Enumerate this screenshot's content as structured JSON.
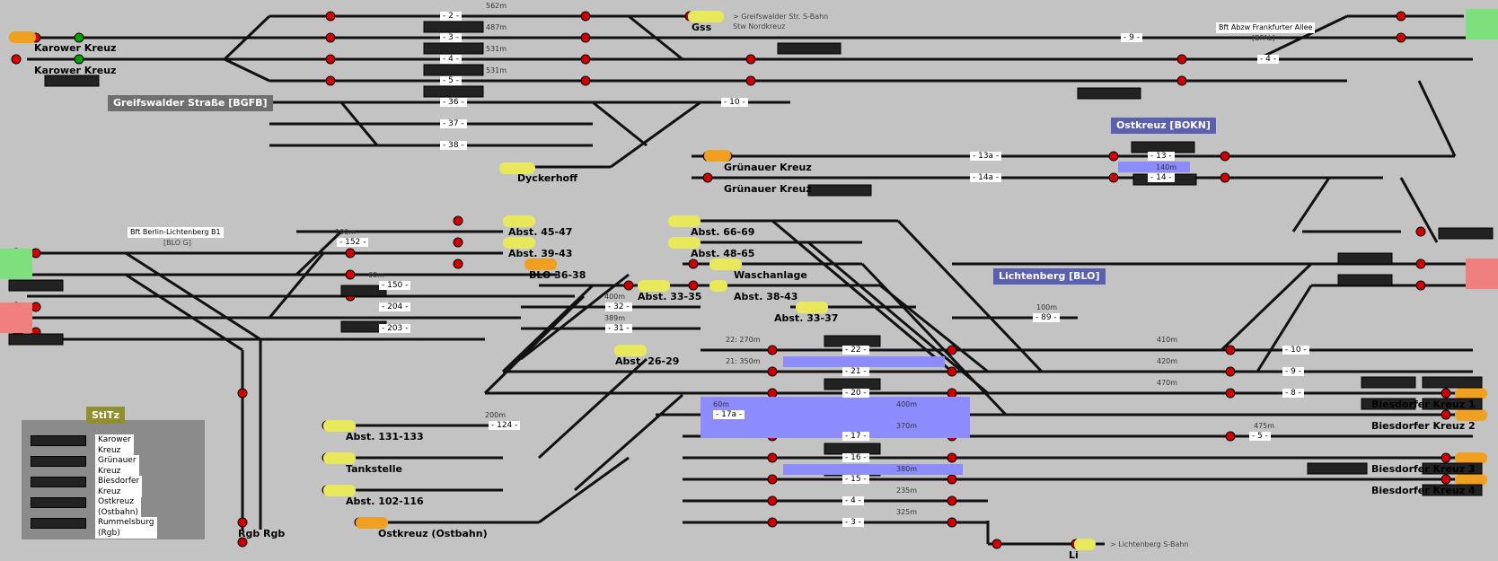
{
  "stations": [
    {
      "key": "bgfb",
      "text": "Greifswalder Straße [BGFB]",
      "bg": "#6f6f6f"
    },
    {
      "key": "bokn",
      "text": "Ostkreuz [BOKN]",
      "bg": "#5b5fb0"
    },
    {
      "key": "blo",
      "text": "Lichtenberg [BLO]",
      "bg": "#5b5fb0"
    }
  ],
  "labels": [
    {
      "key": "karower1",
      "text": "Karower Kreuz"
    },
    {
      "key": "karower2",
      "text": "Karower Kreuz"
    },
    {
      "key": "gss",
      "text": "Gss"
    },
    {
      "key": "dyckerhoff",
      "text": "Dyckerhoff"
    },
    {
      "key": "gruenauer1",
      "text": "Grünauer Kreuz"
    },
    {
      "key": "gruenauer2",
      "text": "Grünauer Kreuz"
    },
    {
      "key": "abst4547",
      "text": "Abst. 45-47"
    },
    {
      "key": "abst3943",
      "text": "Abst. 39-43"
    },
    {
      "key": "blo3638",
      "text": "BLO 36-38"
    },
    {
      "key": "abst6669",
      "text": "Abst. 66-69"
    },
    {
      "key": "abst4865",
      "text": "Abst. 48-65"
    },
    {
      "key": "waschanlage",
      "text": "Waschanlage"
    },
    {
      "key": "abst3335",
      "text": "Abst. 33-35"
    },
    {
      "key": "abst3843",
      "text": "Abst. 38-43"
    },
    {
      "key": "abst3337",
      "text": "Abst. 33-37"
    },
    {
      "key": "abst2629",
      "text": "Abst. 26-29"
    },
    {
      "key": "abst131",
      "text": "Abst. 131-133"
    },
    {
      "key": "tankstelle",
      "text": "Tankstelle"
    },
    {
      "key": "abst102",
      "text": "Abst. 102-116"
    },
    {
      "key": "ostkreuzostbahn",
      "text": "Ostkreuz (Ostbahn)"
    },
    {
      "key": "rgbrgb",
      "text": "Rgb Rgb"
    },
    {
      "key": "li",
      "text": "Li"
    },
    {
      "key": "bdk1",
      "text": "Biesdorfer Kreuz 1"
    },
    {
      "key": "bdk2",
      "text": "Biesdorfer Kreuz 2"
    },
    {
      "key": "bdk3",
      "text": "Biesdorfer Kreuz 3"
    },
    {
      "key": "bdk4",
      "text": "Biesdorfer Kreuz 4"
    }
  ],
  "notes": {
    "greifswalder_sbahn": "> Greifswalder Str. S-Bahn",
    "stw_nordkreuz": "Stw Nordkreuz",
    "lichtenberg_sbahn": "> Lichtenberg S-Bahn",
    "bft_abzw": "Bft Abzw Frankfurter Allee",
    "bfal": "[BFAL]",
    "bft_lichtenberg": "Bft Berlin-Lichtenberg B1",
    "blo_g": "[BLO G]"
  },
  "tracks": [
    {
      "key": "t2",
      "text": "- 2 -"
    },
    {
      "key": "t3",
      "text": "- 3 -"
    },
    {
      "key": "t4",
      "text": "- 4 -"
    },
    {
      "key": "t5",
      "text": "- 5 -"
    },
    {
      "key": "t36",
      "text": "- 36 -"
    },
    {
      "key": "t37",
      "text": "- 37 -"
    },
    {
      "key": "t38",
      "text": "- 38 -"
    },
    {
      "key": "t9",
      "text": "- 9 -"
    },
    {
      "key": "t4b",
      "text": "- 4 -"
    },
    {
      "key": "t10",
      "text": "- 10 -"
    },
    {
      "key": "t13a",
      "text": "- 13a -"
    },
    {
      "key": "t14a",
      "text": "- 14a -"
    },
    {
      "key": "t13",
      "text": "- 13 -"
    },
    {
      "key": "t14",
      "text": "- 14 -"
    },
    {
      "key": "t152",
      "text": "- 152 -"
    },
    {
      "key": "t150",
      "text": "- 150 -"
    },
    {
      "key": "t204",
      "text": "- 204 -"
    },
    {
      "key": "t203",
      "text": "- 203 -"
    },
    {
      "key": "t32",
      "text": "- 32 -"
    },
    {
      "key": "t31",
      "text": "- 31 -"
    },
    {
      "key": "t89",
      "text": "- 89 -"
    },
    {
      "key": "t22",
      "text": "- 22 -"
    },
    {
      "key": "t21",
      "text": "- 21 -"
    },
    {
      "key": "t20",
      "text": "- 20 -"
    },
    {
      "key": "t17a",
      "text": "- 17a -"
    },
    {
      "key": "t17",
      "text": "- 17 -"
    },
    {
      "key": "t16",
      "text": "- 16 -"
    },
    {
      "key": "t15",
      "text": "- 15 -"
    },
    {
      "key": "t4c",
      "text": "- 4 -"
    },
    {
      "key": "t3b",
      "text": "- 3 -"
    },
    {
      "key": "t124",
      "text": "- 124 -"
    },
    {
      "key": "t10b",
      "text": "- 10 -"
    },
    {
      "key": "t9b",
      "text": "- 9 -"
    },
    {
      "key": "t8",
      "text": "- 8 -"
    },
    {
      "key": "t5b",
      "text": "- 5 -"
    }
  ],
  "lengths": [
    "562m",
    "487m",
    "531m",
    "531m",
    "140m",
    "100m",
    "60m",
    "400m",
    "389m",
    "100m",
    "22: 270m",
    "21: 350m",
    "400m",
    "370m",
    "380m",
    "235m",
    "325m",
    "410m",
    "420m",
    "470m",
    "475m",
    "200m",
    "60m"
  ],
  "stitz": {
    "title": "StiTz",
    "items": [
      "Karower Kreuz",
      "Grünauer Kreuz",
      "Biesdorfer Kreuz",
      "Ostkreuz (Ostbahn)",
      "Rummelsburg (Rgb)"
    ]
  },
  "colors": {
    "background": "#c3c3c3",
    "track": "#111111",
    "signal_red": "#d00000",
    "signal_green": "#00a000",
    "edge_green": "#7de07d",
    "edge_red": "#f08080",
    "occupied_blue": "#8c8cff",
    "label_yellow": "#e8e85c",
    "label_orange": "#f0a020"
  }
}
